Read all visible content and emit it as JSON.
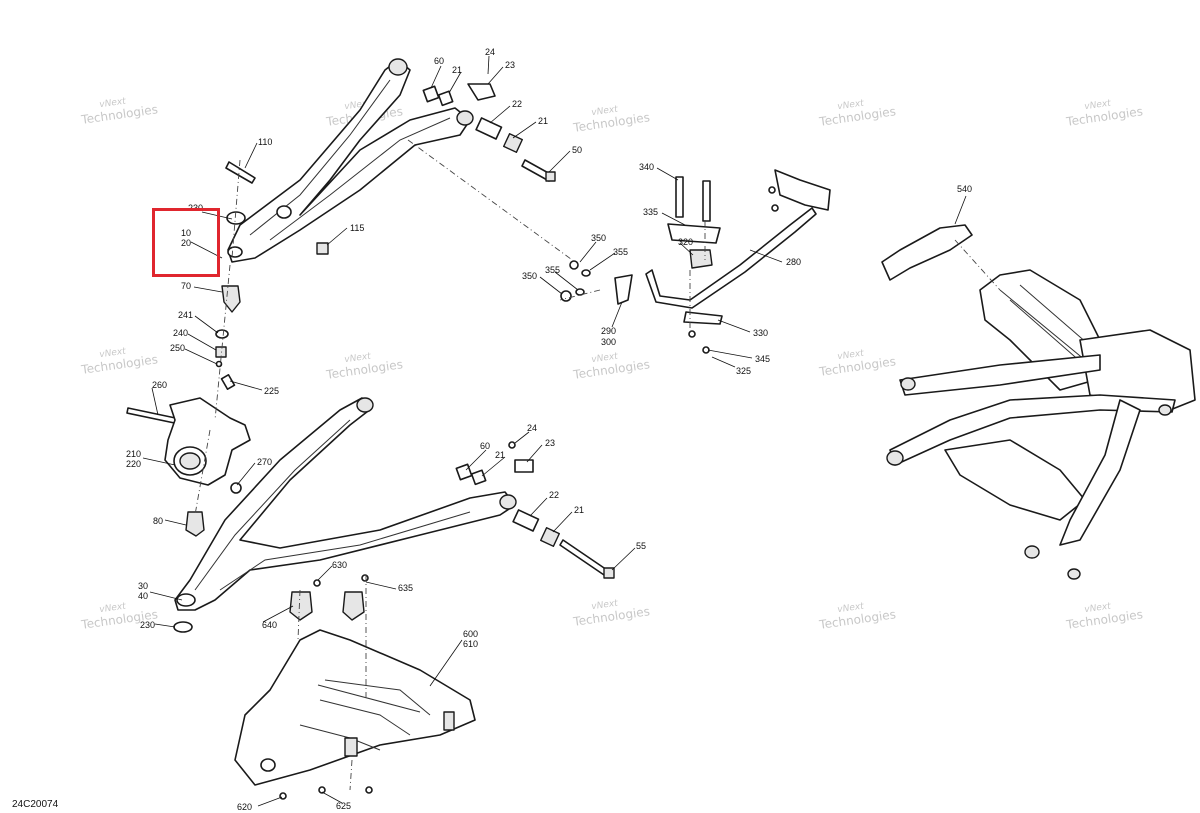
{
  "diagram_id": "24C20074",
  "highlight_color": "#e0262e",
  "watermark": {
    "line1": "vNext",
    "line2": "Technologies"
  },
  "callouts": {
    "c60a": "60",
    "c24a": "24",
    "c21a": "21",
    "c23a": "23",
    "c22a": "22",
    "c21b": "21",
    "c50": "50",
    "c110": "110",
    "c230a": "230",
    "c10": "10",
    "c20": "20",
    "c115": "115",
    "c70": "70",
    "c241": "241",
    "c240": "240",
    "c250": "250",
    "c225": "225",
    "c260": "260",
    "c210": "210",
    "c220": "220",
    "c270": "270",
    "c80": "80",
    "c60b": "60",
    "c24b": "24",
    "c23b": "23",
    "c22b": "22",
    "c21c": "21",
    "c21d": "21",
    "c55": "55",
    "c30": "30",
    "c40": "40",
    "c230b": "230",
    "c630": "630",
    "c635": "635",
    "c640": "640",
    "c600": "600",
    "c610": "610",
    "c620": "620",
    "c625": "625",
    "c340": "340",
    "c335": "335",
    "c350a": "350",
    "c355a": "355",
    "c320": "320",
    "c350b": "350",
    "c355b": "355",
    "c280": "280",
    "c290": "290",
    "c300": "300",
    "c330": "330",
    "c345": "345",
    "c325": "325",
    "c540": "540"
  }
}
